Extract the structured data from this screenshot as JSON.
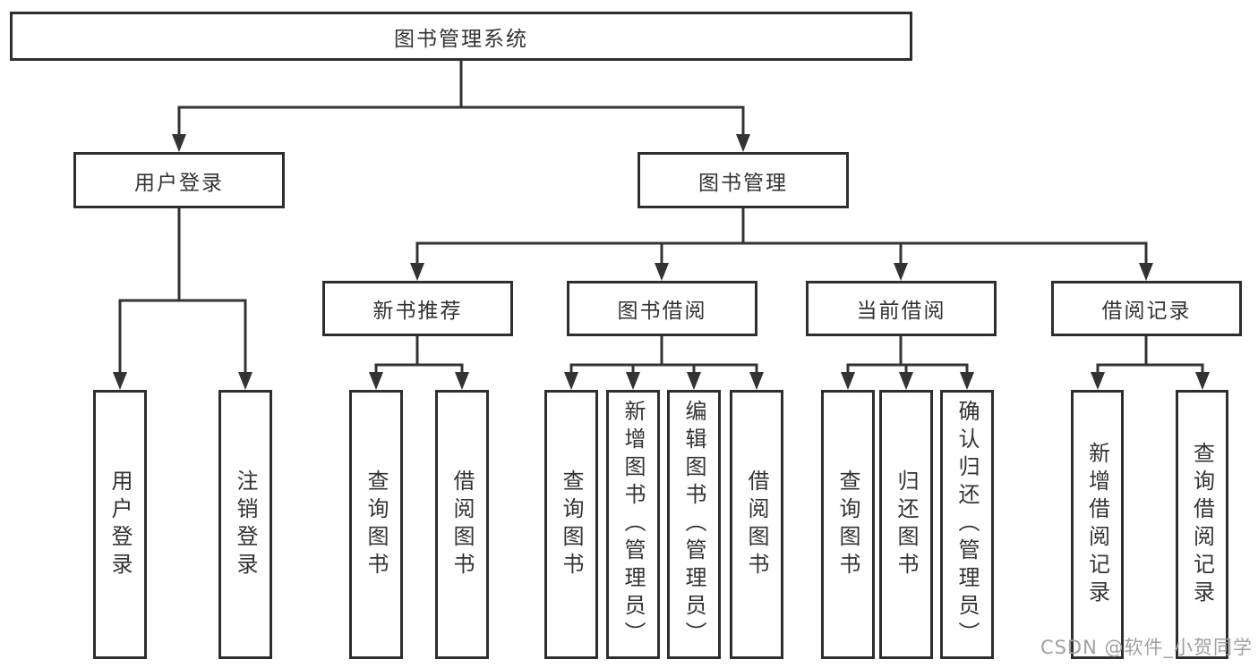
{
  "diagram": {
    "root": {
      "label": "图书管理系统"
    },
    "level2": [
      {
        "label": "用户登录",
        "parent": "图书管理系统"
      },
      {
        "label": "图书管理",
        "parent": "图书管理系统"
      }
    ],
    "level3": [
      {
        "label": "新书推荐",
        "parent": "图书管理"
      },
      {
        "label": "图书借阅",
        "parent": "图书管理"
      },
      {
        "label": "当前借阅",
        "parent": "图书管理"
      },
      {
        "label": "借阅记录",
        "parent": "图书管理"
      }
    ],
    "leaves": [
      {
        "label": "用户登录",
        "parent": "用户登录"
      },
      {
        "label": "注销登录",
        "parent": "用户登录"
      },
      {
        "label": "查询图书",
        "parent": "新书推荐"
      },
      {
        "label": "借阅图书",
        "parent": "新书推荐"
      },
      {
        "label": "查询图书",
        "parent": "图书借阅"
      },
      {
        "label": "新增图书（管理员）",
        "parent": "图书借阅"
      },
      {
        "label": "编辑图书（管理员）",
        "parent": "图书借阅"
      },
      {
        "label": "借阅图书",
        "parent": "图书借阅"
      },
      {
        "label": "查询图书",
        "parent": "当前借阅"
      },
      {
        "label": "归还图书",
        "parent": "当前借阅"
      },
      {
        "label": "确认归还（管理员）",
        "parent": "当前借阅"
      },
      {
        "label": "新增借阅记录",
        "parent": "借阅记录"
      },
      {
        "label": "查询借阅记录",
        "parent": "借阅记录"
      }
    ]
  },
  "watermark": {
    "text": "CSDN @软件_小贺同学"
  },
  "colors": {
    "line": "#333333",
    "box_border": "#2e2e2e",
    "box_fill": "#ffffff",
    "text": "#333333",
    "watermark": "#a0a0a0"
  }
}
